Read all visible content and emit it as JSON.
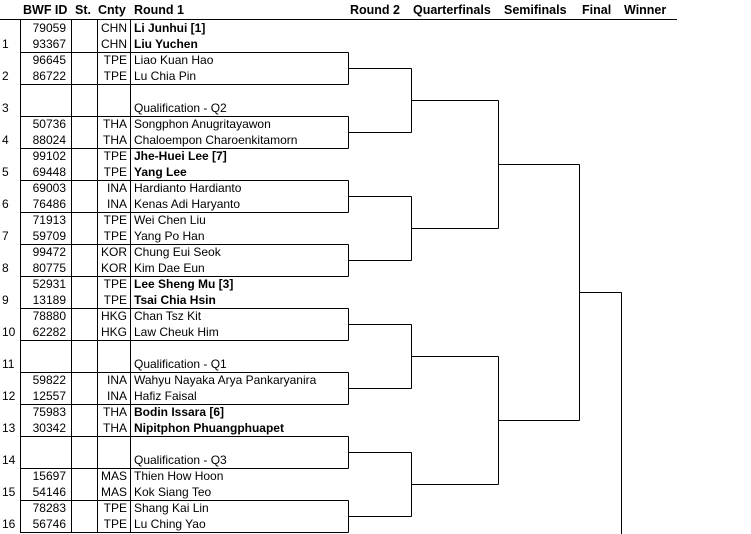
{
  "headers": {
    "bwf_id": "BWF ID",
    "status": "St.",
    "country": "Cnty",
    "round1": "Round 1",
    "round2": "Round 2",
    "quarterfinals": "Quarterfinals",
    "semifinals": "Semifinals",
    "final": "Final",
    "winner": "Winner"
  },
  "slots": [
    {
      "no": "1",
      "players": [
        {
          "id": "79059",
          "c": "CHN",
          "name": "Li Junhui [1]",
          "b": true
        },
        {
          "id": "93367",
          "c": "CHN",
          "name": "Liu Yuchen",
          "b": true
        }
      ]
    },
    {
      "no": "2",
      "players": [
        {
          "id": "96645",
          "c": "TPE",
          "name": "Liao Kuan Hao",
          "b": false
        },
        {
          "id": "86722",
          "c": "TPE",
          "name": "Lu Chia Pin",
          "b": false
        }
      ]
    },
    {
      "no": "3",
      "qual": "Qualification - Q2"
    },
    {
      "no": "4",
      "players": [
        {
          "id": "50736",
          "c": "THA",
          "name": "Songphon Anugritayawon",
          "b": false
        },
        {
          "id": "88024",
          "c": "THA",
          "name": "Chaloempon Charoenkitamorn",
          "b": false
        }
      ]
    },
    {
      "no": "5",
      "players": [
        {
          "id": "99102",
          "c": "TPE",
          "name": "Jhe-Huei Lee [7]",
          "b": true
        },
        {
          "id": "69448",
          "c": "TPE",
          "name": "Yang Lee",
          "b": true
        }
      ]
    },
    {
      "no": "6",
      "players": [
        {
          "id": "69003",
          "c": "INA",
          "name": "Hardianto Hardianto",
          "b": false
        },
        {
          "id": "76486",
          "c": "INA",
          "name": "Kenas Adi Haryanto",
          "b": false
        }
      ]
    },
    {
      "no": "7",
      "players": [
        {
          "id": "71913",
          "c": "TPE",
          "name": "Wei Chen Liu",
          "b": false
        },
        {
          "id": "59709",
          "c": "TPE",
          "name": "Yang Po Han",
          "b": false
        }
      ]
    },
    {
      "no": "8",
      "players": [
        {
          "id": "99472",
          "c": "KOR",
          "name": "Chung Eui Seok",
          "b": false
        },
        {
          "id": "80775",
          "c": "KOR",
          "name": "Kim Dae Eun",
          "b": false
        }
      ]
    },
    {
      "no": "9",
      "players": [
        {
          "id": "52931",
          "c": "TPE",
          "name": "Lee Sheng Mu [3]",
          "b": true
        },
        {
          "id": "13189",
          "c": "TPE",
          "name": "Tsai Chia Hsin",
          "b": true
        }
      ]
    },
    {
      "no": "10",
      "players": [
        {
          "id": "78880",
          "c": "HKG",
          "name": "Chan Tsz Kit",
          "b": false
        },
        {
          "id": "62282",
          "c": "HKG",
          "name": "Law Cheuk Him",
          "b": false
        }
      ]
    },
    {
      "no": "11",
      "qual": "Qualification - Q1"
    },
    {
      "no": "12",
      "players": [
        {
          "id": "59822",
          "c": "INA",
          "name": "Wahyu Nayaka Arya Pankaryanira",
          "b": false
        },
        {
          "id": "12557",
          "c": "INA",
          "name": "Hafiz Faisal",
          "b": false
        }
      ]
    },
    {
      "no": "13",
      "players": [
        {
          "id": "75983",
          "c": "THA",
          "name": "Bodin Issara [6]",
          "b": true
        },
        {
          "id": "30342",
          "c": "THA",
          "name": "Nipitphon Phuangphuapet",
          "b": true
        }
      ]
    },
    {
      "no": "14",
      "qual": "Qualification - Q3"
    },
    {
      "no": "15",
      "players": [
        {
          "id": "15697",
          "c": "MAS",
          "name": "Thien How Hoon",
          "b": false
        },
        {
          "id": "54146",
          "c": "MAS",
          "name": "Kok Siang Teo",
          "b": false
        }
      ]
    },
    {
      "no": "16",
      "players": [
        {
          "id": "78283",
          "c": "TPE",
          "name": "Shang Kai Lin",
          "b": false
        },
        {
          "id": "56746",
          "c": "TPE",
          "name": "Lu Ching Yao",
          "b": false
        }
      ]
    }
  ]
}
